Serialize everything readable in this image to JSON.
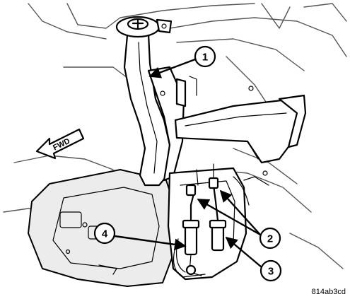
{
  "direction_arrow": {
    "label": "FWD",
    "icon": "arrow-left-icon"
  },
  "callouts": [
    {
      "id": "callout-1",
      "label": "1"
    },
    {
      "id": "callout-2",
      "label": "2"
    },
    {
      "id": "callout-3",
      "label": "3"
    },
    {
      "id": "callout-4",
      "label": "4"
    }
  ],
  "figure_code": "814ab3cd"
}
